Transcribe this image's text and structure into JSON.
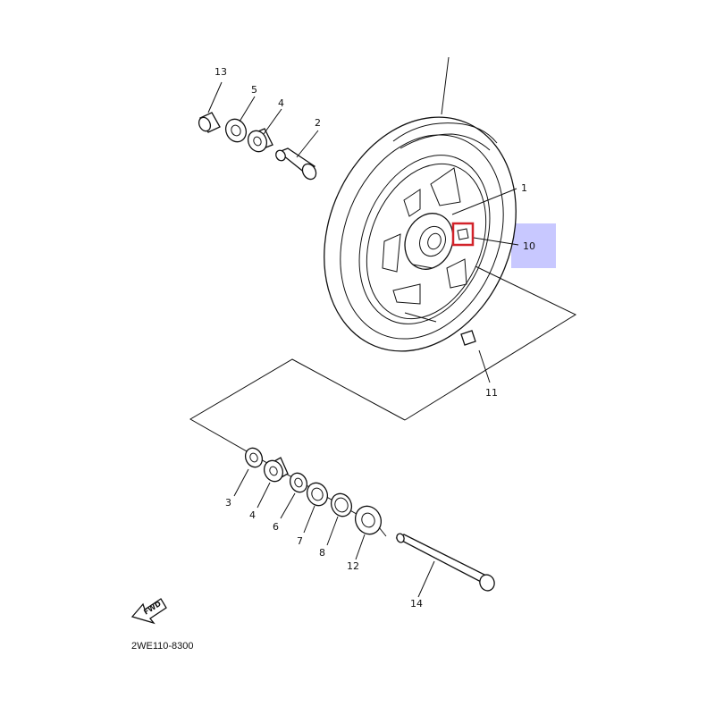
{
  "diagram_code": "2WE110-8300",
  "fwd_badge": "FWD",
  "highlight": {
    "target_part": "10",
    "box_color": "#d2232a",
    "panel_color": "#c8c8ff"
  },
  "parts": [
    {
      "number": "1"
    },
    {
      "number": "2"
    },
    {
      "number": "3"
    },
    {
      "number": "4"
    },
    {
      "number": "4"
    },
    {
      "number": "5"
    },
    {
      "number": "6"
    },
    {
      "number": "7"
    },
    {
      "number": "8"
    },
    {
      "number": "10"
    },
    {
      "number": "11"
    },
    {
      "number": "12"
    },
    {
      "number": "13"
    },
    {
      "number": "14"
    }
  ]
}
